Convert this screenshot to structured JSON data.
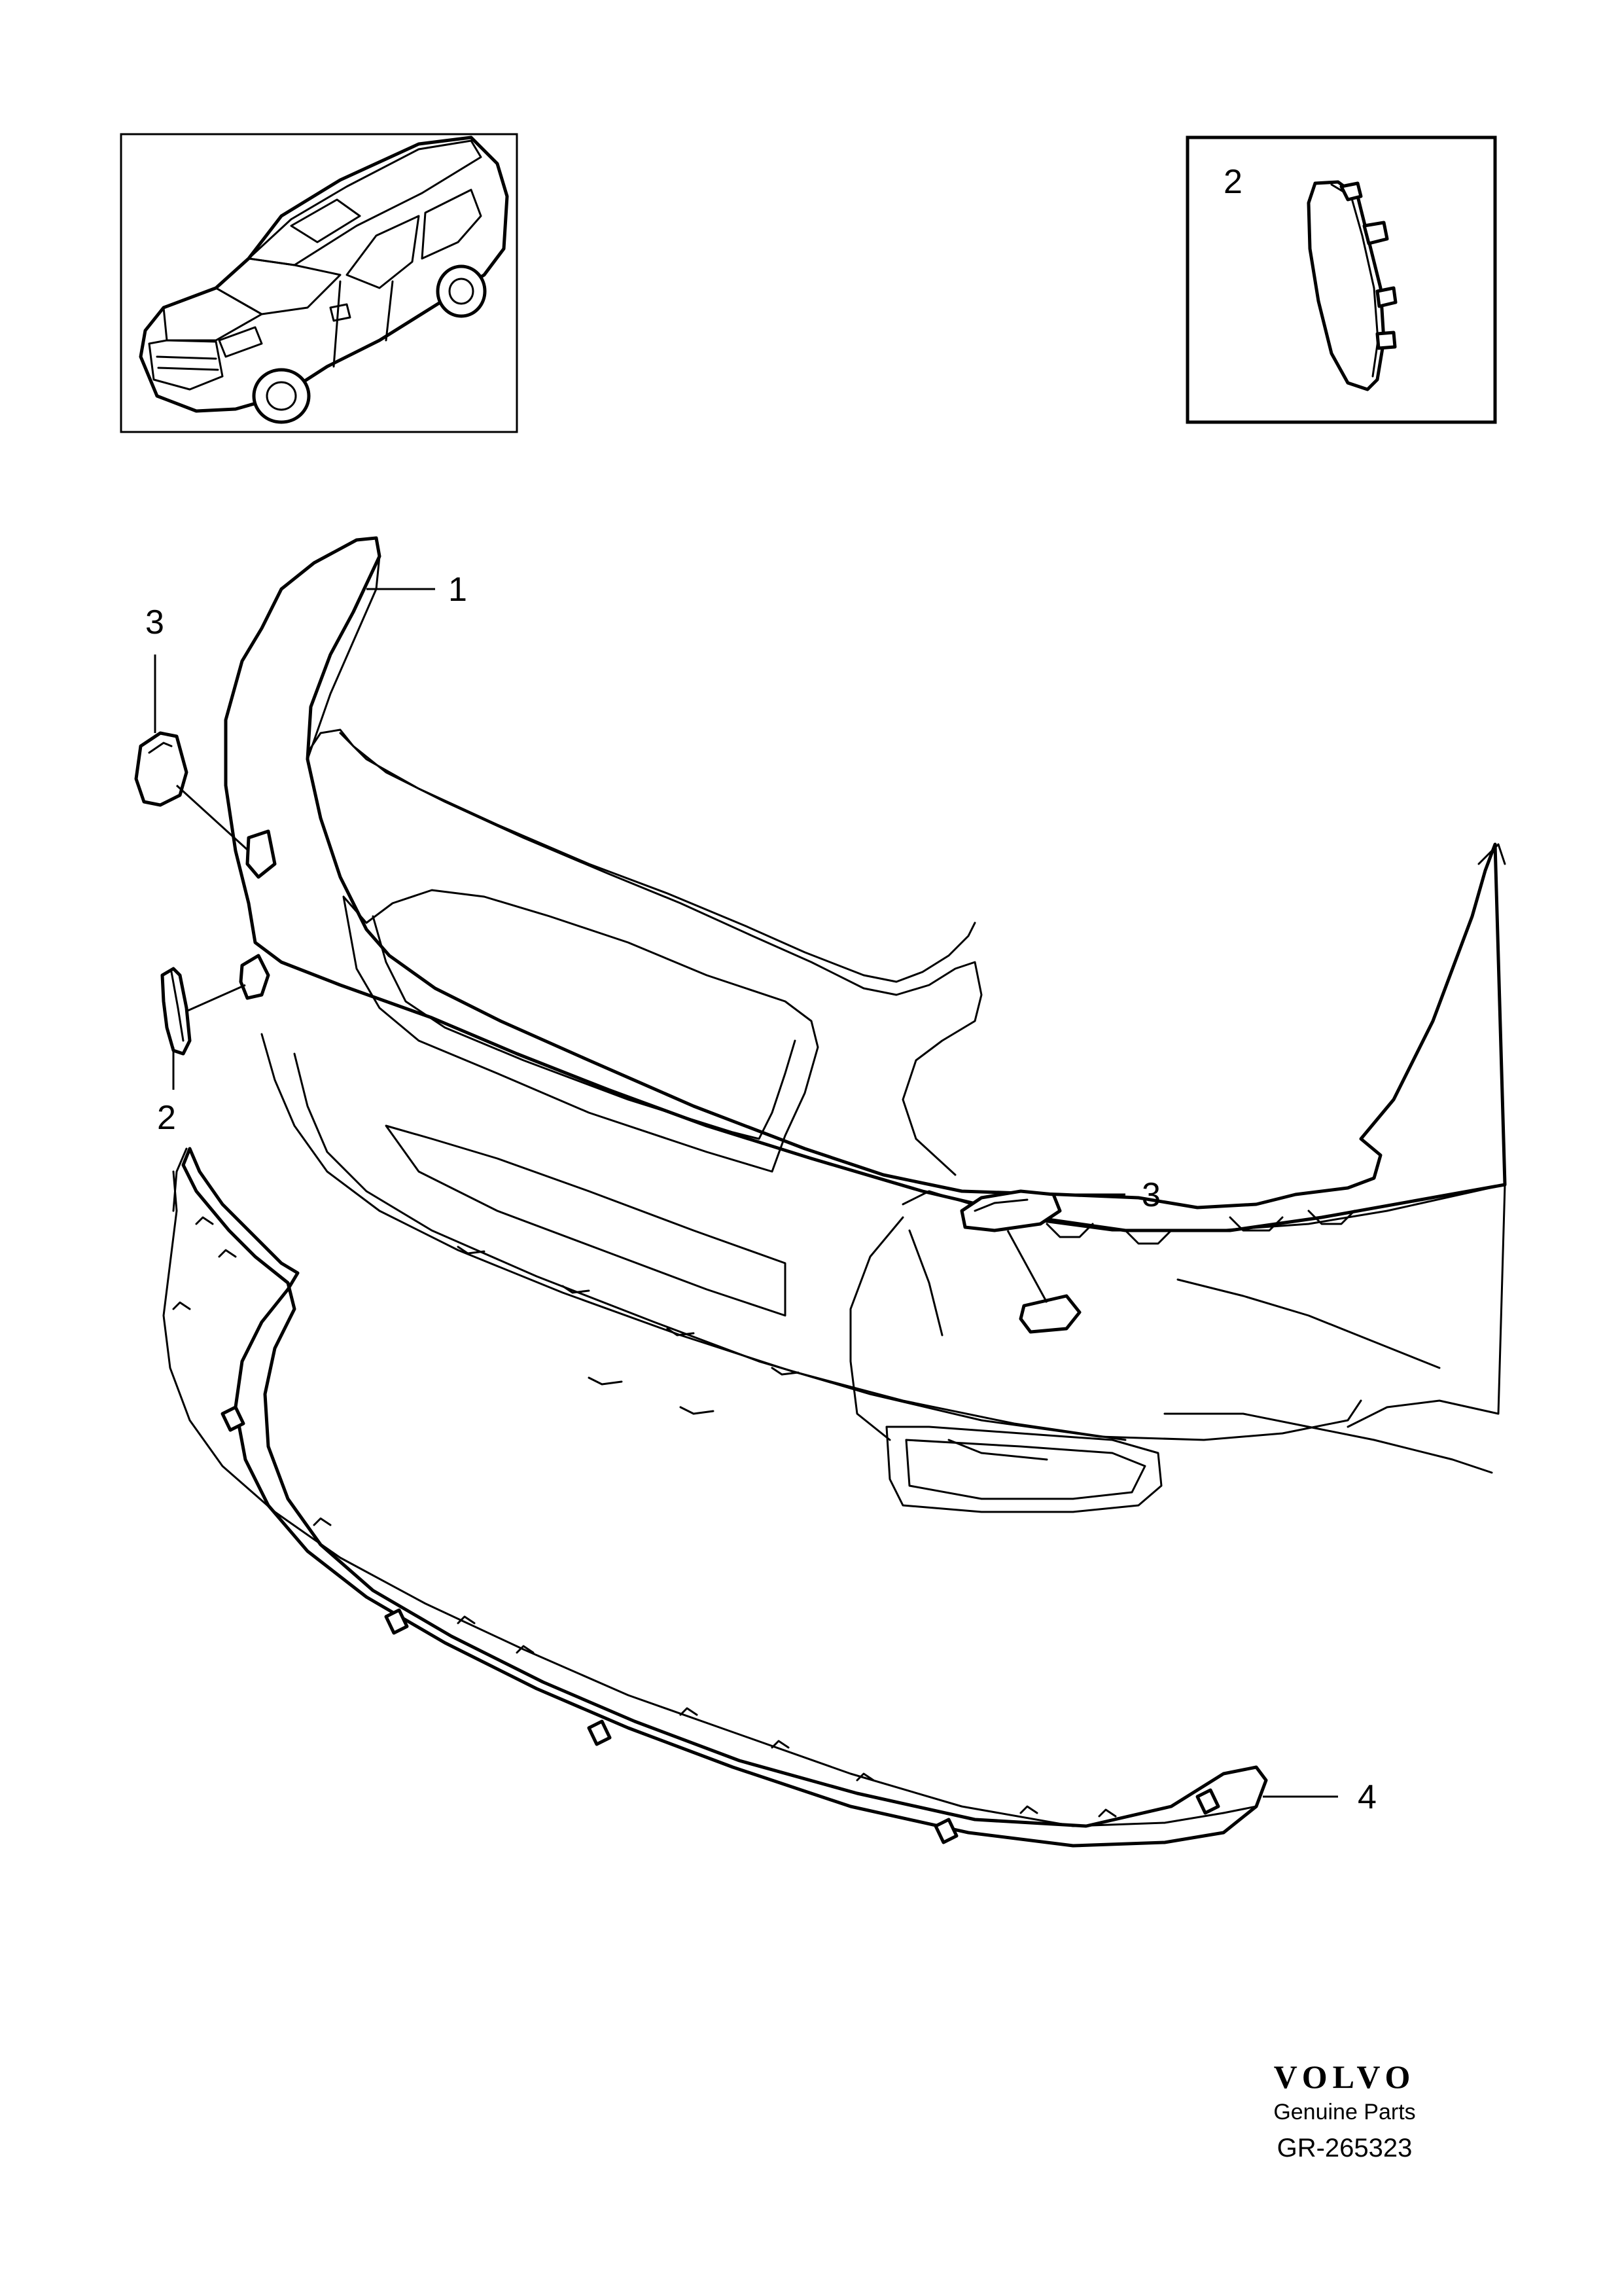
{
  "callouts": {
    "inset_part": "2",
    "bumper_cover": "1",
    "cap_left": "3",
    "cap_small": "2",
    "cap_right": "3",
    "spoiler": "4"
  },
  "footer": {
    "brand": "VOLVO",
    "tagline": "Genuine Parts",
    "reference": "GR-265323"
  }
}
